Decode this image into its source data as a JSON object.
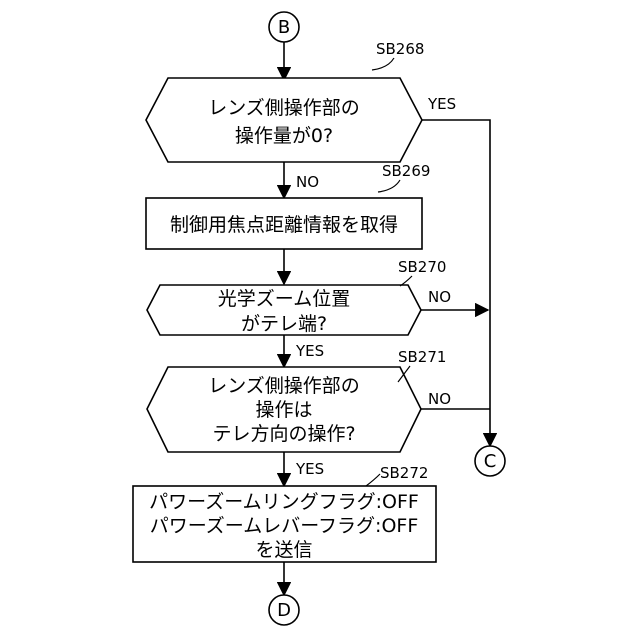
{
  "connectors": {
    "start": "B",
    "right": "C",
    "end": "D"
  },
  "steps": {
    "sb268": {
      "ref": "SB268",
      "line1": "レンズ側操作部の",
      "line2": "操作量が0?",
      "yes": "YES",
      "no": "NO"
    },
    "sb269": {
      "ref": "SB269",
      "line1": "制御用焦点距離情報を取得"
    },
    "sb270": {
      "ref": "SB270",
      "line1": "光学ズーム位置",
      "line2": "がテレ端?",
      "yes": "YES",
      "no": "NO"
    },
    "sb271": {
      "ref": "SB271",
      "line1": "レンズ側操作部の",
      "line2": "操作は",
      "line3": "テレ方向の操作?",
      "yes": "YES",
      "no": "NO"
    },
    "sb272": {
      "ref": "SB272",
      "line1": "パワーズームリングフラグ:OFF",
      "line2": "パワーズームレバーフラグ:OFF",
      "line3": "を送信"
    }
  }
}
